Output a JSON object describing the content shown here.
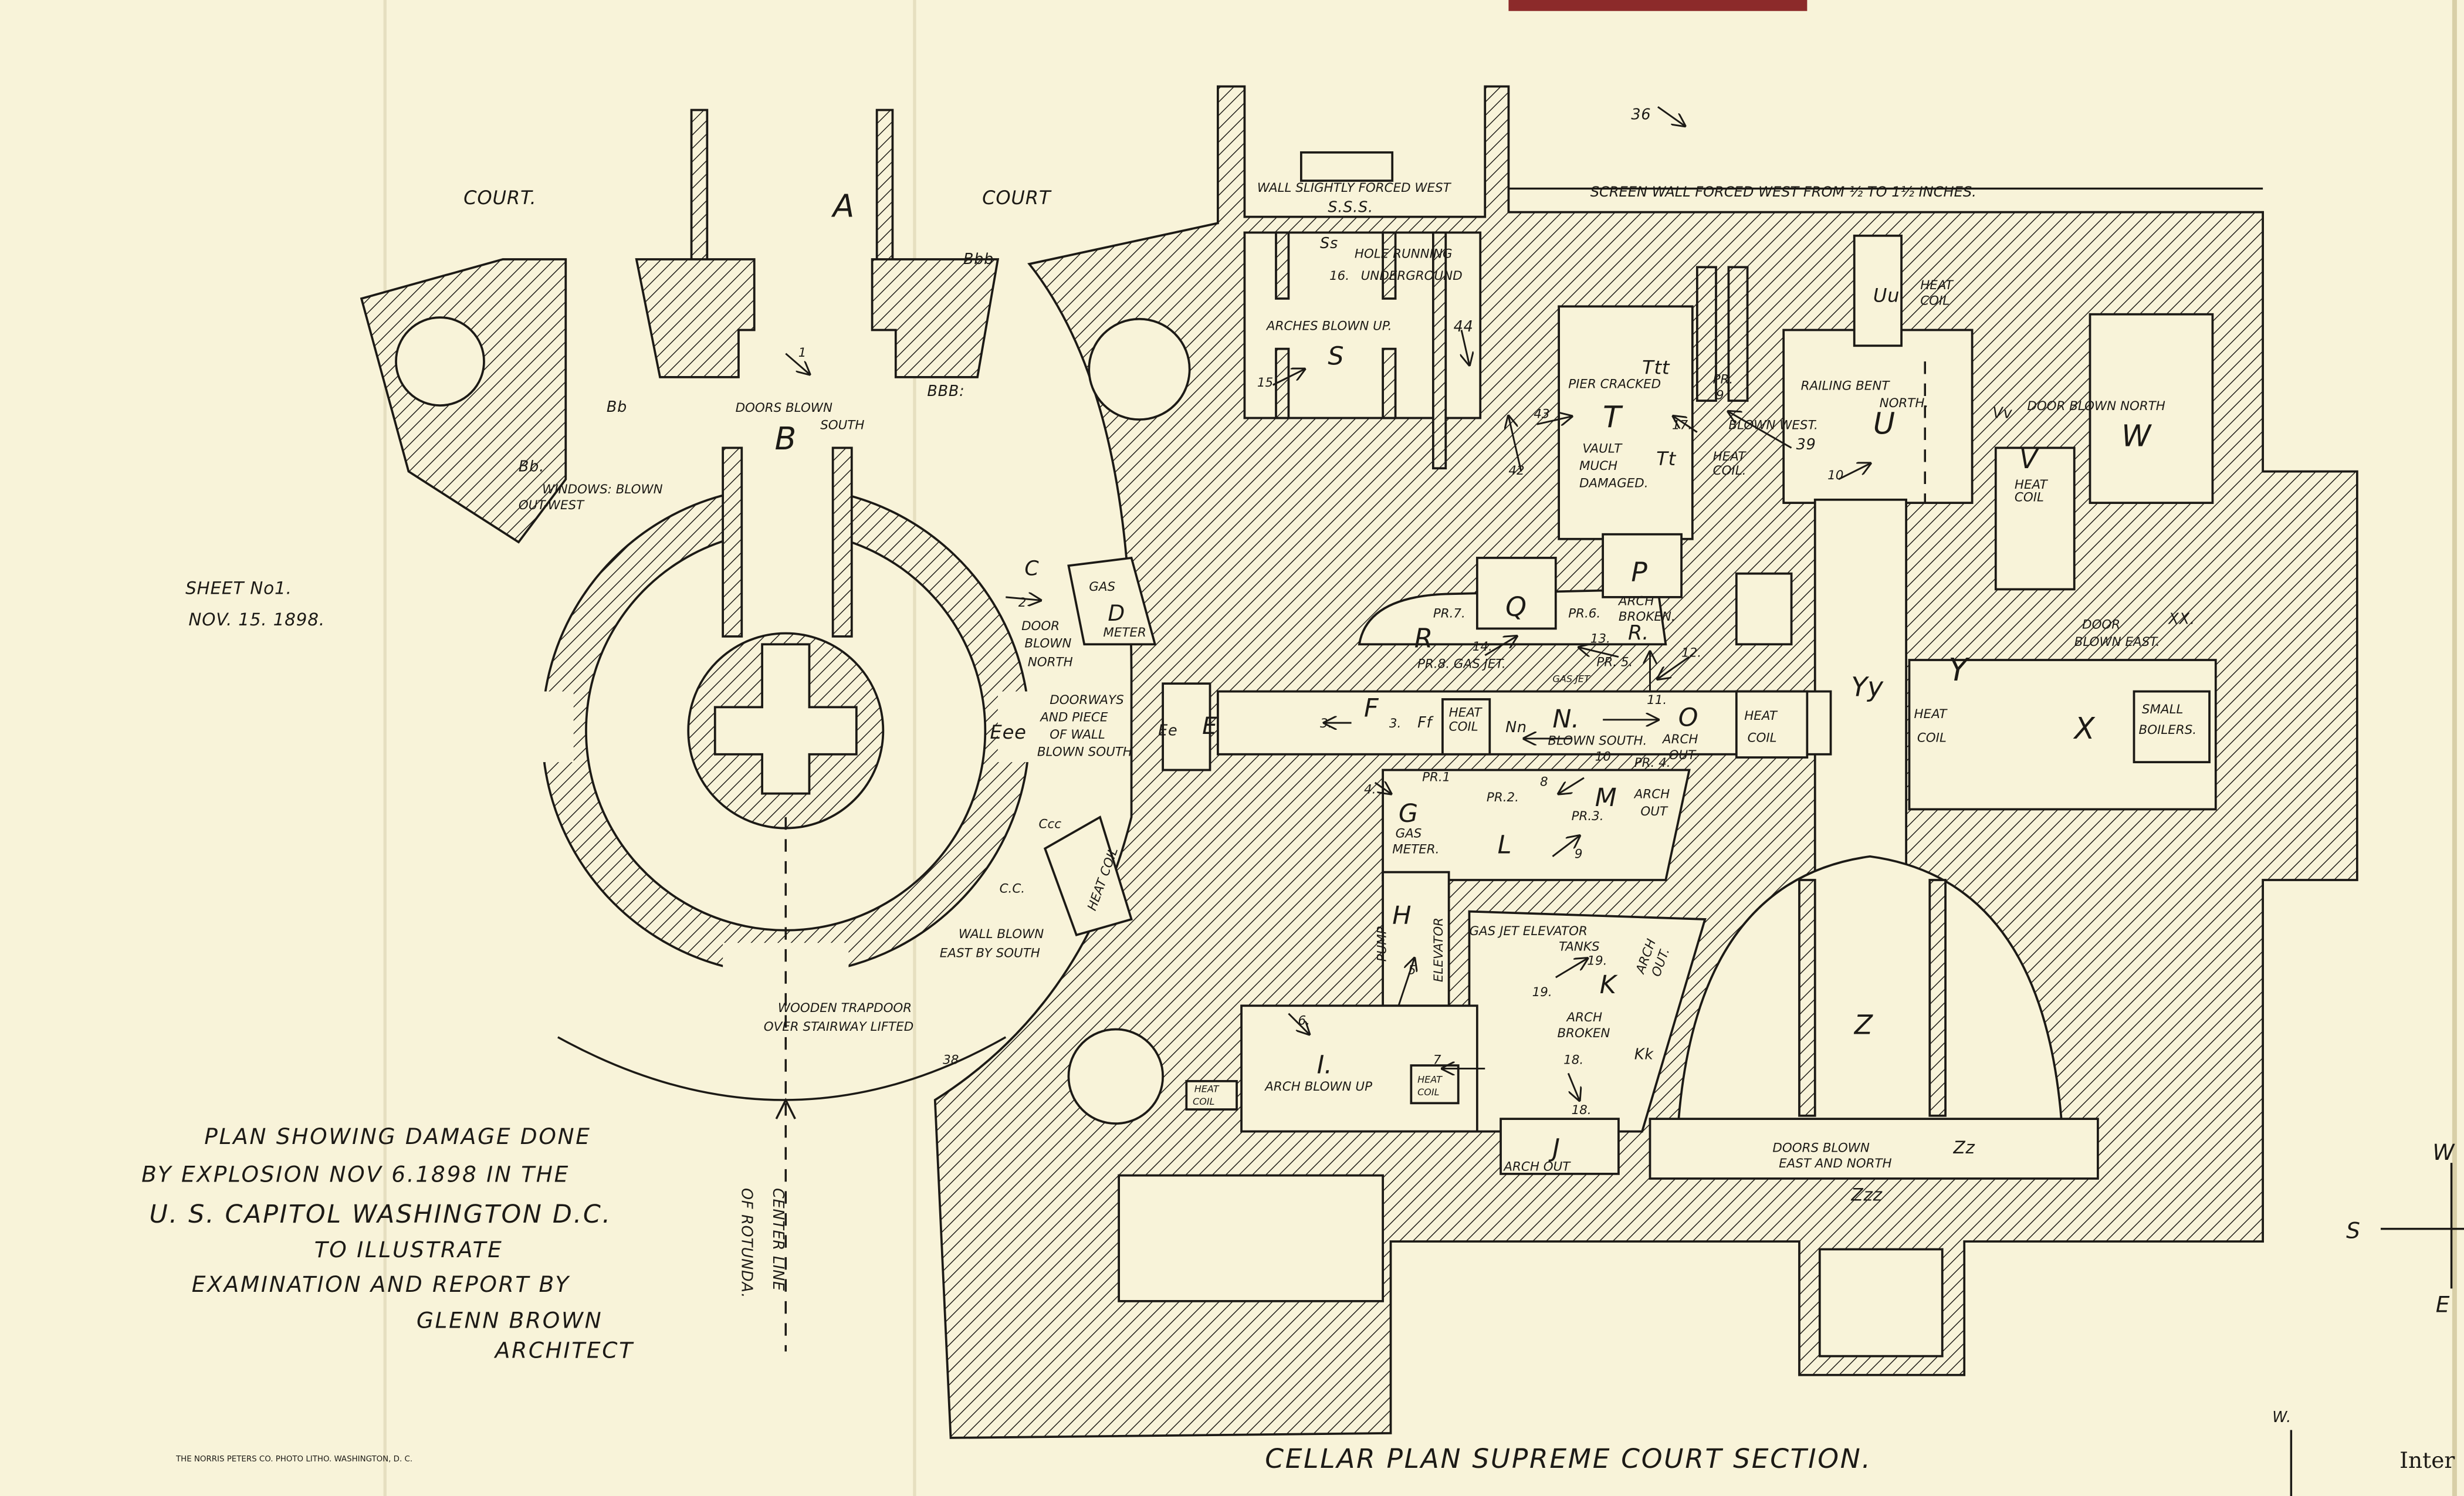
{
  "header": {
    "sheet": "SHEET No1.",
    "date": "NOV. 15. 1898."
  },
  "title_block": {
    "lines": [
      "PLAN SHOWING DAMAGE DONE",
      "BY EXPLOSION NOV 6.1898 IN THE",
      "U. S. CAPITOL   WASHINGTON D.C.",
      "TO ILLUSTRATE",
      "EXAMINATION AND REPORT BY",
      "GLENN BROWN",
      "ARCHITECT"
    ]
  },
  "printer": "THE NORRIS PETERS CO. PHOTO LITHO. WASHINGTON, D. C.",
  "plan_title": "CELLAR PLAN SUPREME COURT SECTION.",
  "center_line": [
    "CENTER LINE",
    "OF ROTUNDA."
  ],
  "compass": {
    "w": "W",
    "s": "S",
    "e": "E",
    "w2": "W."
  },
  "page_edge_text": "Inter",
  "rooms": {
    "A": "A",
    "B": "B",
    "Bb": "Bb",
    "Bbb": "Bbb",
    "BBB": "BBB:",
    "C": "C",
    "D": "D",
    "E": "E",
    "Ee": "Ee",
    "Eee": "Eee",
    "Ccc": "Ccc",
    "Cc": "C.C.",
    "F": "F",
    "Ff": "Ff",
    "G": "G",
    "H": "H",
    "I": "I.",
    "J": "J",
    "K": "K",
    "Kk": "Kk",
    "L": "L",
    "M": "M",
    "N": "N.",
    "Nn": "Nn",
    "O": "O",
    "P": "P",
    "Q": "Q",
    "R": "R",
    "R2": "R.",
    "S": "S",
    "Ss": "Ss",
    "Sss": "S.S.S.",
    "T": "T",
    "Tt": "Tt",
    "Ttt": "Ttt",
    "U": "U",
    "Uu": "Uu",
    "V": "V",
    "Vv": "Vv",
    "W": "W",
    "X": "X",
    "XX": "XX.",
    "Y": "Y",
    "Yy": "Yy",
    "Z": "Z",
    "Zz": "Zz",
    "Zzz": "Zzz"
  },
  "notes": {
    "court_west": "COURT.",
    "court_east": "COURT",
    "doors_blown_south": [
      "DOORS BLOWN",
      "SOUTH"
    ],
    "bb_windows": [
      "Bb.",
      "WINDOWS: BLOWN",
      "OUT-WEST"
    ],
    "gas_meter_d": [
      "GAS",
      "METER"
    ],
    "door_blown_north": [
      "DOOR",
      "BLOWN",
      "NORTH"
    ],
    "doorways": [
      "DOORWAYS",
      "AND PIECE",
      "OF WALL",
      "BLOWN SOUTH"
    ],
    "heat_coil_cc": "HEAT COIL",
    "wall_blown_east": [
      "WALL BLOWN",
      "EAST BY SOUTH"
    ],
    "trapdoor": [
      "WOODEN TRAPDOOR",
      "OVER STAIRWAY LIFTED"
    ],
    "wall_slightly_forced": "WALL SLIGHTLY FORCED WEST",
    "screen_wall": "SCREEN WALL FORCED WEST FROM ½ TO 1½ INCHES.",
    "hole_running": [
      "HOLE RUNNING",
      "UNDERGROUND"
    ],
    "arches_blown_up": "ARCHES BLOWN UP.",
    "pier_cracked": "PIER CRACKED",
    "pr9": [
      "PR.",
      "9"
    ],
    "railing_bent": [
      "RAILING BENT",
      "NORTH."
    ],
    "heat_coil_uu": [
      "HEAT",
      "COIL"
    ],
    "blown_west": "BLOWN WEST.",
    "door_blown_north_w": "DOOR BLOWN NORTH",
    "vault": [
      "VAULT",
      "MUCH",
      "DAMAGED."
    ],
    "heat_coil_t": [
      "HEAT",
      "COIL."
    ],
    "heat_coil_v": [
      "HEAT",
      "COIL"
    ],
    "arch_broken_p": [
      "ARCH",
      "BROKEN."
    ],
    "pr7": "PR.7.",
    "pr6": "PR.6.",
    "pr8_gas_jet": "PR.8. GAS JET.",
    "pr5": "PR. 5.",
    "gas_jet_small": "GAS JET",
    "door_blown_east": [
      "DOOR",
      "BLOWN EAST."
    ],
    "heat_coil_ff": [
      "HEAT",
      "COIL"
    ],
    "blown_south": "BLOWN SOUTH.",
    "arch_out_o": [
      "ARCH",
      "OUT."
    ],
    "heat_coil_o": [
      "HEAT",
      "COIL"
    ],
    "heat_coil_y": [
      "HEAT",
      "COIL"
    ],
    "small_boilers": [
      "SMALL",
      "BOILERS."
    ],
    "pr4": "PR. 4.",
    "pr1": "PR.1",
    "pr2": "PR.2.",
    "pr3": "PR.3.",
    "arch_out_m": [
      "ARCH",
      "OUT"
    ],
    "gas_meter_g": [
      "GAS",
      "METER."
    ],
    "pump": "PUMP",
    "elevator": "ELEVATOR",
    "gas_jet_tanks": [
      "GAS JET ELEVATOR",
      "TANKS"
    ],
    "arch_out_k": [
      "ARCH",
      "OUT."
    ],
    "arch_broken_k": [
      "ARCH",
      "BROKEN"
    ],
    "arch_blown_up_i": "ARCH BLOWN UP",
    "heat_coil_i": [
      "HEAT",
      "COIL"
    ],
    "heat_coil_i2": [
      "HEAT",
      "COIL"
    ],
    "arch_out_j": "ARCH OUT",
    "doors_blown_z": [
      "DOORS BLOWN",
      "EAST AND NORTH"
    ]
  },
  "numbers": {
    "n1": "1",
    "n2": "2",
    "n3a": "3.",
    "n3b": "3.",
    "n4": "4.",
    "n5": "5",
    "n6": "6.",
    "n7": "7",
    "n8": "8",
    "n9": "9",
    "n10": "10",
    "n10b": "10",
    "n11": "11.",
    "n12": "12.",
    "n13": "13.",
    "n14": "14.",
    "n15": "15",
    "n16": "16.",
    "n17": "17.",
    "n18a": "18.",
    "n18b": "18.",
    "n19a": "19.",
    "n19b": "19.",
    "n36": "36",
    "n38": "38",
    "n39": "39",
    "n42": "42",
    "n43": "43",
    "n44": "44"
  },
  "colors": {
    "paper": "#f8f3d9",
    "ink": "#1c1a16",
    "binding_strip": "#8c2a2a"
  }
}
